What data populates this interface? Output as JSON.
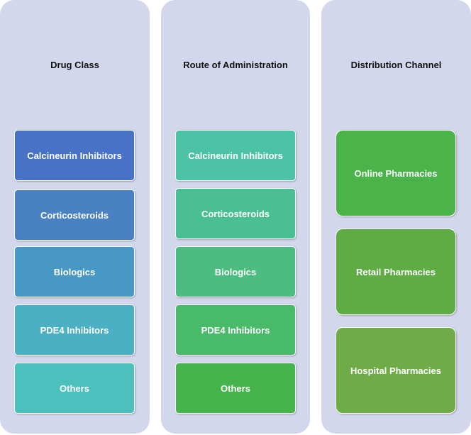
{
  "columns": [
    {
      "title": "Drug Class",
      "items": [
        "Calcineurin Inhibitors",
        "Corticosteroids",
        "Biologics",
        "PDE4 Inhibitors",
        "Others"
      ]
    },
    {
      "title": "Route of Administration",
      "items": [
        "Calcineurin Inhibitors",
        "Corticosteroids",
        "Biologics",
        "PDE4 Inhibitors",
        "Others"
      ]
    },
    {
      "title": "Distribution Channel",
      "items": [
        "Online Pharmacies",
        "Retail Pharmacies",
        "Hospital Pharmacies"
      ]
    }
  ],
  "colors": {
    "panel": "#d3d7ec",
    "text": "#ffffff"
  }
}
